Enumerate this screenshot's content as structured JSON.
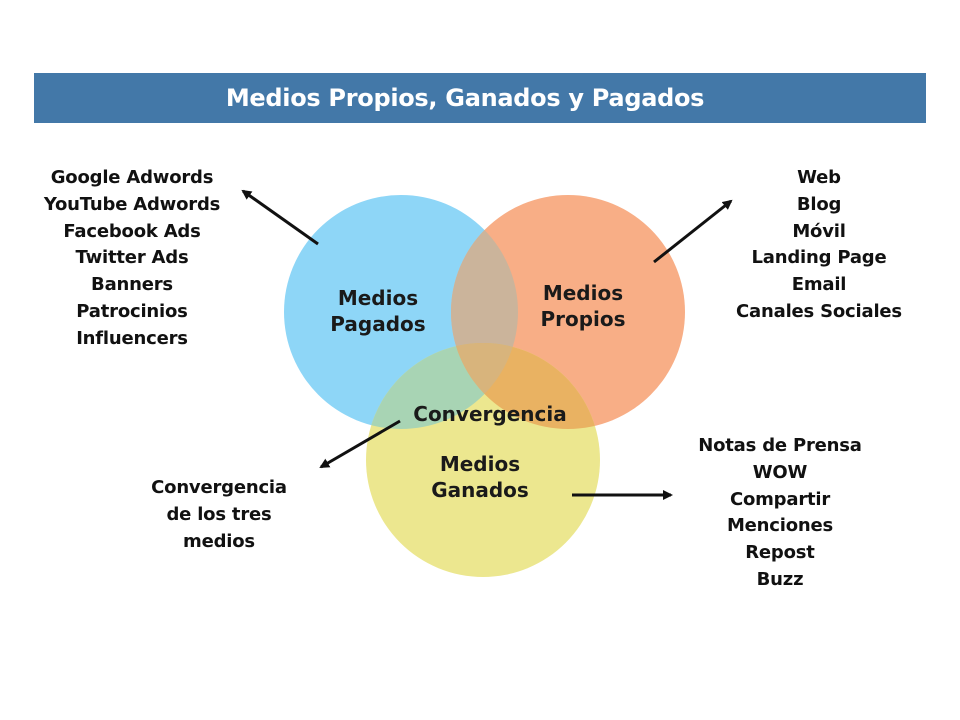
{
  "title": "Medios Propios, Ganados y Pagados",
  "colors": {
    "banner": "#4378a8",
    "pagados": "#8ed6f7",
    "propios": "#f8ae86",
    "ganados": "#ece78f",
    "overlap_pagados_propios": "#cbb49b",
    "overlap_propios_ganados": "#e9b262",
    "overlap_pagados_ganados": "#a8d4b4",
    "overlap_all": "#d8b47c"
  },
  "circles": {
    "pagados": {
      "lines": [
        "Medios",
        "Pagados"
      ]
    },
    "propios": {
      "lines": [
        "Medios",
        "Propios"
      ]
    },
    "ganados": {
      "lines": [
        "Medios",
        "Ganados"
      ]
    },
    "convergencia": "Convergencia"
  },
  "lists": {
    "pagados": [
      "Google Adwords",
      "YouTube Adwords",
      "Facebook Ads",
      "Twitter Ads",
      "Banners",
      "Patrocinios",
      "Influencers"
    ],
    "propios": [
      "Web",
      "Blog",
      "Móvil",
      "Landing Page",
      "Email",
      "Canales Sociales"
    ],
    "ganados": [
      "Notas de Prensa",
      "WOW",
      "Compartir",
      "Menciones",
      "Repost",
      "Buzz"
    ],
    "convergencia": [
      "Convergencia",
      "de los tres",
      "medios"
    ]
  }
}
